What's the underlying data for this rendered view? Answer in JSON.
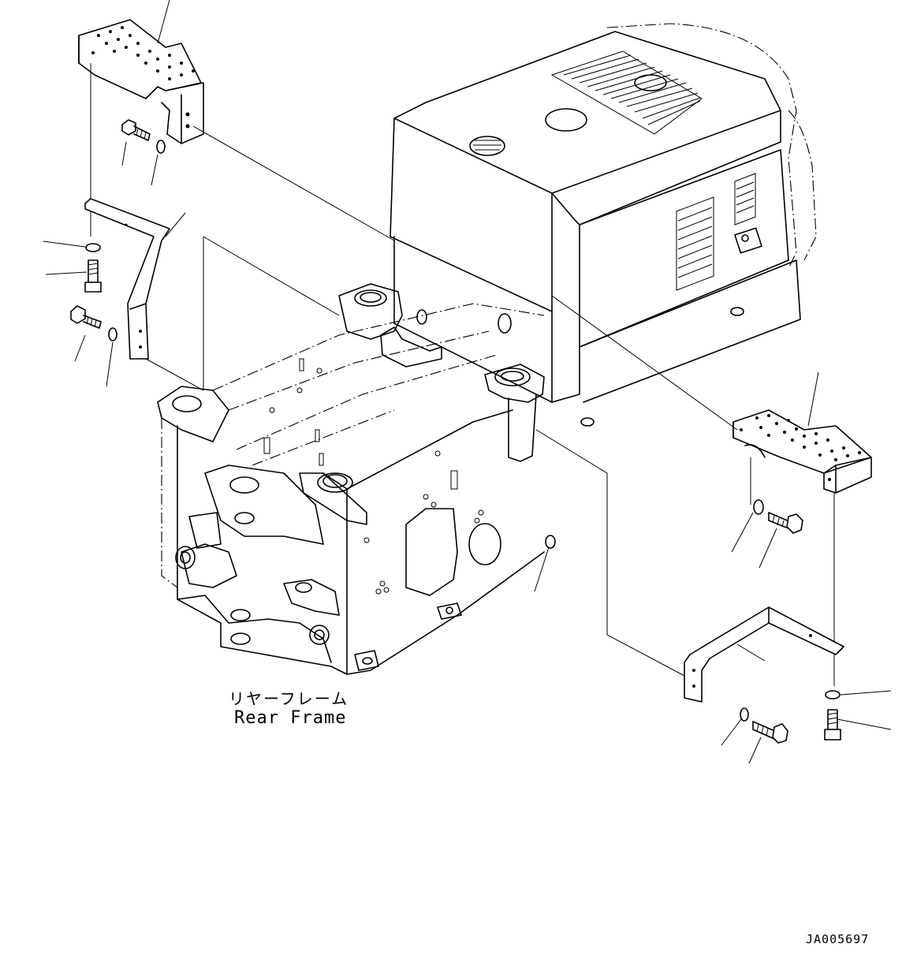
{
  "diagram": {
    "frame_label_jp": "リヤーフレーム",
    "frame_label_en": "Rear Frame",
    "drawing_number": "JA005697"
  },
  "colors": {
    "line": "#000000",
    "background": "#ffffff"
  },
  "parts": [
    "left-step",
    "left-step-bracket",
    "right-step",
    "right-step-bracket",
    "rear-frame",
    "engine-hood",
    "bolt",
    "washer",
    "plug"
  ]
}
